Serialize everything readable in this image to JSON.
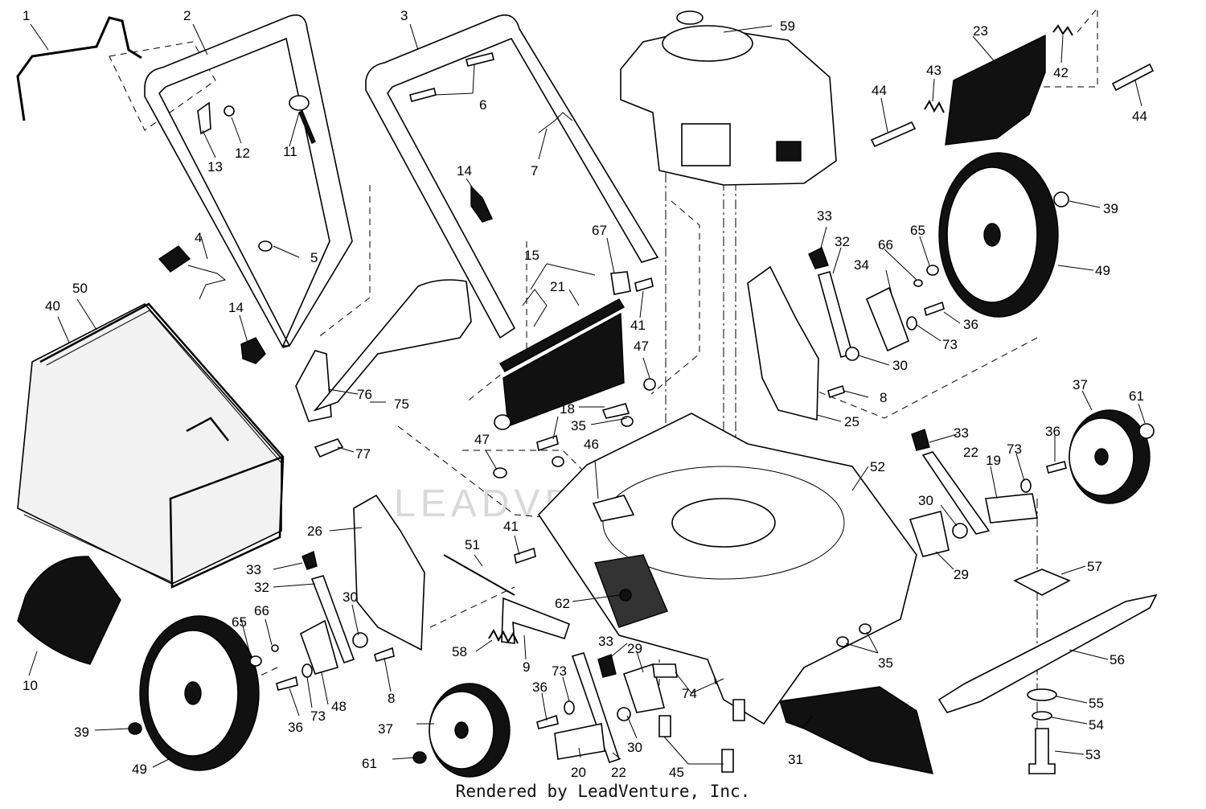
{
  "watermark": "LEADVENTURE",
  "footer": "Rendered by LeadVenture, Inc.",
  "callouts": [
    {
      "id": "c1",
      "text": "1"
    },
    {
      "id": "c2",
      "text": "2"
    },
    {
      "id": "c3",
      "text": "3"
    },
    {
      "id": "c4",
      "text": "4"
    },
    {
      "id": "c5",
      "text": "5"
    },
    {
      "id": "c6",
      "text": "6"
    },
    {
      "id": "c7",
      "text": "7"
    },
    {
      "id": "c8a",
      "text": "8"
    },
    {
      "id": "c8b",
      "text": "8"
    },
    {
      "id": "c9",
      "text": "9"
    },
    {
      "id": "c10",
      "text": "10"
    },
    {
      "id": "c11",
      "text": "11"
    },
    {
      "id": "c12",
      "text": "12"
    },
    {
      "id": "c13",
      "text": "13"
    },
    {
      "id": "c14a",
      "text": "14"
    },
    {
      "id": "c14b",
      "text": "14"
    },
    {
      "id": "c15",
      "text": "15"
    },
    {
      "id": "c18",
      "text": "18"
    },
    {
      "id": "c19",
      "text": "19"
    },
    {
      "id": "c20",
      "text": "20"
    },
    {
      "id": "c21",
      "text": "21"
    },
    {
      "id": "c22a",
      "text": "22"
    },
    {
      "id": "c22b",
      "text": "22"
    },
    {
      "id": "c23",
      "text": "23"
    },
    {
      "id": "c25",
      "text": "25"
    },
    {
      "id": "c26",
      "text": "26"
    },
    {
      "id": "c29a",
      "text": "29"
    },
    {
      "id": "c29b",
      "text": "29"
    },
    {
      "id": "c30a",
      "text": "30"
    },
    {
      "id": "c30b",
      "text": "30"
    },
    {
      "id": "c30c",
      "text": "30"
    },
    {
      "id": "c30d",
      "text": "30"
    },
    {
      "id": "c31",
      "text": "31"
    },
    {
      "id": "c32a",
      "text": "32"
    },
    {
      "id": "c32b",
      "text": "32"
    },
    {
      "id": "c33a",
      "text": "33"
    },
    {
      "id": "c33b",
      "text": "33"
    },
    {
      "id": "c33c",
      "text": "33"
    },
    {
      "id": "c33d",
      "text": "33"
    },
    {
      "id": "c34",
      "text": "34"
    },
    {
      "id": "c35a",
      "text": "35"
    },
    {
      "id": "c35b",
      "text": "35"
    },
    {
      "id": "c36a",
      "text": "36"
    },
    {
      "id": "c36b",
      "text": "36"
    },
    {
      "id": "c36c",
      "text": "36"
    },
    {
      "id": "c36d",
      "text": "36"
    },
    {
      "id": "c37a",
      "text": "37"
    },
    {
      "id": "c37b",
      "text": "37"
    },
    {
      "id": "c39a",
      "text": "39"
    },
    {
      "id": "c39b",
      "text": "39"
    },
    {
      "id": "c40",
      "text": "40"
    },
    {
      "id": "c41a",
      "text": "41"
    },
    {
      "id": "c41b",
      "text": "41"
    },
    {
      "id": "c42",
      "text": "42"
    },
    {
      "id": "c43",
      "text": "43"
    },
    {
      "id": "c44a",
      "text": "44"
    },
    {
      "id": "c44b",
      "text": "44"
    },
    {
      "id": "c45",
      "text": "45"
    },
    {
      "id": "c46",
      "text": "46"
    },
    {
      "id": "c47a",
      "text": "47"
    },
    {
      "id": "c47b",
      "text": "47"
    },
    {
      "id": "c48",
      "text": "48"
    },
    {
      "id": "c49a",
      "text": "49"
    },
    {
      "id": "c49b",
      "text": "49"
    },
    {
      "id": "c50",
      "text": "50"
    },
    {
      "id": "c51",
      "text": "51"
    },
    {
      "id": "c52",
      "text": "52"
    },
    {
      "id": "c53",
      "text": "53"
    },
    {
      "id": "c54",
      "text": "54"
    },
    {
      "id": "c55",
      "text": "55"
    },
    {
      "id": "c56",
      "text": "56"
    },
    {
      "id": "c57",
      "text": "57"
    },
    {
      "id": "c58",
      "text": "58"
    },
    {
      "id": "c59",
      "text": "59"
    },
    {
      "id": "c61a",
      "text": "61"
    },
    {
      "id": "c61b",
      "text": "61"
    },
    {
      "id": "c62",
      "text": "62"
    },
    {
      "id": "c65a",
      "text": "65"
    },
    {
      "id": "c65b",
      "text": "65"
    },
    {
      "id": "c66a",
      "text": "66"
    },
    {
      "id": "c66b",
      "text": "66"
    },
    {
      "id": "c67",
      "text": "67"
    },
    {
      "id": "c73a",
      "text": "73"
    },
    {
      "id": "c73b",
      "text": "73"
    },
    {
      "id": "c73c",
      "text": "73"
    },
    {
      "id": "c73d",
      "text": "73"
    },
    {
      "id": "c74",
      "text": "74"
    },
    {
      "id": "c75",
      "text": "75"
    },
    {
      "id": "c76",
      "text": "76"
    },
    {
      "id": "c77",
      "text": "77"
    }
  ]
}
